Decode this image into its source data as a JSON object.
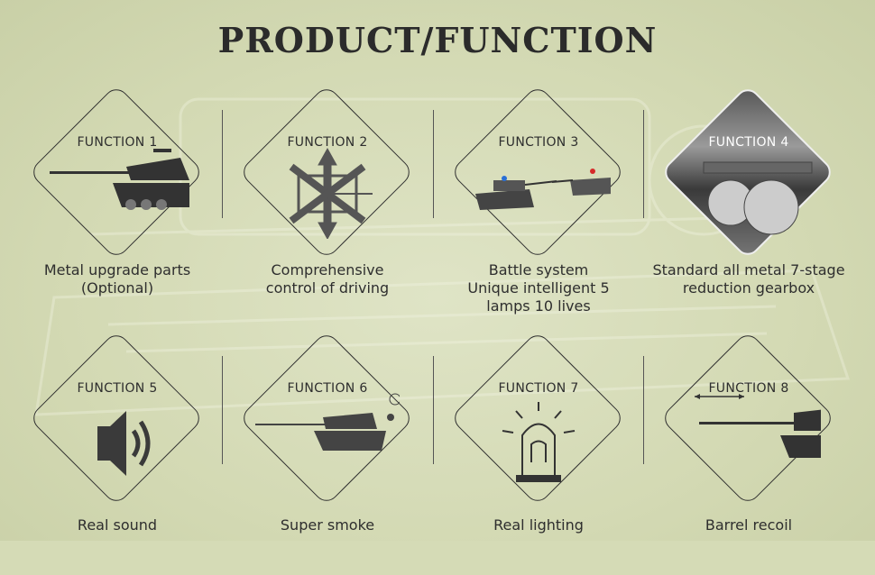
{
  "title": "PRODUCT/FUNCTION",
  "functions": [
    {
      "label": "FUNCTION 1",
      "caption": [
        "Metal upgrade parts",
        "(Optional)"
      ],
      "icon": "tank-icon"
    },
    {
      "label": "FUNCTION 2",
      "caption": [
        "Comprehensive",
        "control of driving"
      ],
      "icon": "direction-arrows-icon"
    },
    {
      "label": "FUNCTION 3",
      "caption": [
        "Battle system",
        "Unique intelligent 5",
        "lamps 10 lives"
      ],
      "icon": "battle-tanks-icon"
    },
    {
      "label": "FUNCTION 4",
      "caption": [
        "Standard all metal 7-stage",
        "reduction gearbox"
      ],
      "icon": "gearbox-icon"
    },
    {
      "label": "FUNCTION 5",
      "caption": [
        "Real sound"
      ],
      "icon": "speaker-icon"
    },
    {
      "label": "FUNCTION 6",
      "caption": [
        "Super smoke"
      ],
      "icon": "smoking-tank-icon"
    },
    {
      "label": "FUNCTION 7",
      "caption": [
        "Real lighting"
      ],
      "icon": "lamp-icon"
    },
    {
      "label": "FUNCTION 8",
      "caption": [
        "Barrel recoil"
      ],
      "icon": "barrel-recoil-icon"
    }
  ],
  "colors": {
    "background": "#d5dbb6",
    "text": "#2e2e2e"
  }
}
